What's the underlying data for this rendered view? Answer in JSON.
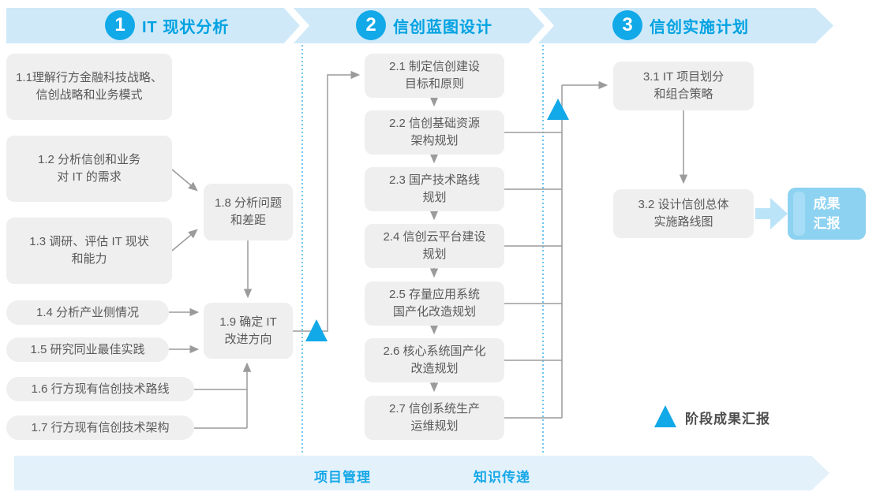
{
  "phases": [
    {
      "num": "1",
      "label": "IT 现状分析"
    },
    {
      "num": "2",
      "label": "信创蓝图设计"
    },
    {
      "num": "3",
      "label": "信创实施计划"
    }
  ],
  "boxes": {
    "b11": {
      "text": "1.1理解行方金融科技战略、\n信创战略和业务模式"
    },
    "b12": {
      "text": "1.2 分析信创和业务\n对 IT 的需求"
    },
    "b13": {
      "text": "1.3 调研、评估 IT 现状\n和能力"
    },
    "b14": {
      "text": "1.4 分析产业侧情况"
    },
    "b15": {
      "text": "1.5 研究同业最佳实践"
    },
    "b16": {
      "text": "1.6 行方现有信创技术路线"
    },
    "b17": {
      "text": "1.7 行方现有信创技术架构"
    },
    "b18": {
      "text": "1.8 分析问题\n和差距"
    },
    "b19": {
      "text": "1.9 确定 IT\n改进方向"
    },
    "b21": {
      "text": "2.1 制定信创建设\n目标和原则"
    },
    "b22": {
      "text": "2.2 信创基础资源\n架构规划"
    },
    "b23": {
      "text": "2.3 国产技术路线\n规划"
    },
    "b24": {
      "text": "2.4 信创云平台建设\n规划"
    },
    "b25": {
      "text": "2.5 存量应用系统\n国产化改造规划"
    },
    "b26": {
      "text": "2.6 核心系统国产化\n改造规划"
    },
    "b27": {
      "text": "2.7 信创系统生产\n运维规划"
    },
    "b31": {
      "text": "3.1 IT 项目划分\n和组合策略"
    },
    "b32": {
      "text": "3.2 设计信创总体\n实施路线图"
    }
  },
  "result_box": {
    "label": "成果\n汇报"
  },
  "legend": {
    "label": "阶段成果汇报"
  },
  "footer": {
    "items": [
      "项目管理",
      "知识传递"
    ]
  },
  "colors": {
    "accent_blue": "#12a9e8",
    "title_blue": "#00a2e2",
    "band_blue": "#cfe9f8",
    "footer_band_blue": "#e3f1fb",
    "box_gray": "#efefef",
    "box_text_gray": "#5a5a5a",
    "line_gray": "#9b9b9b",
    "result_blue": "#8dd2f1",
    "thick_arrow_blue": "#bce4f8"
  }
}
